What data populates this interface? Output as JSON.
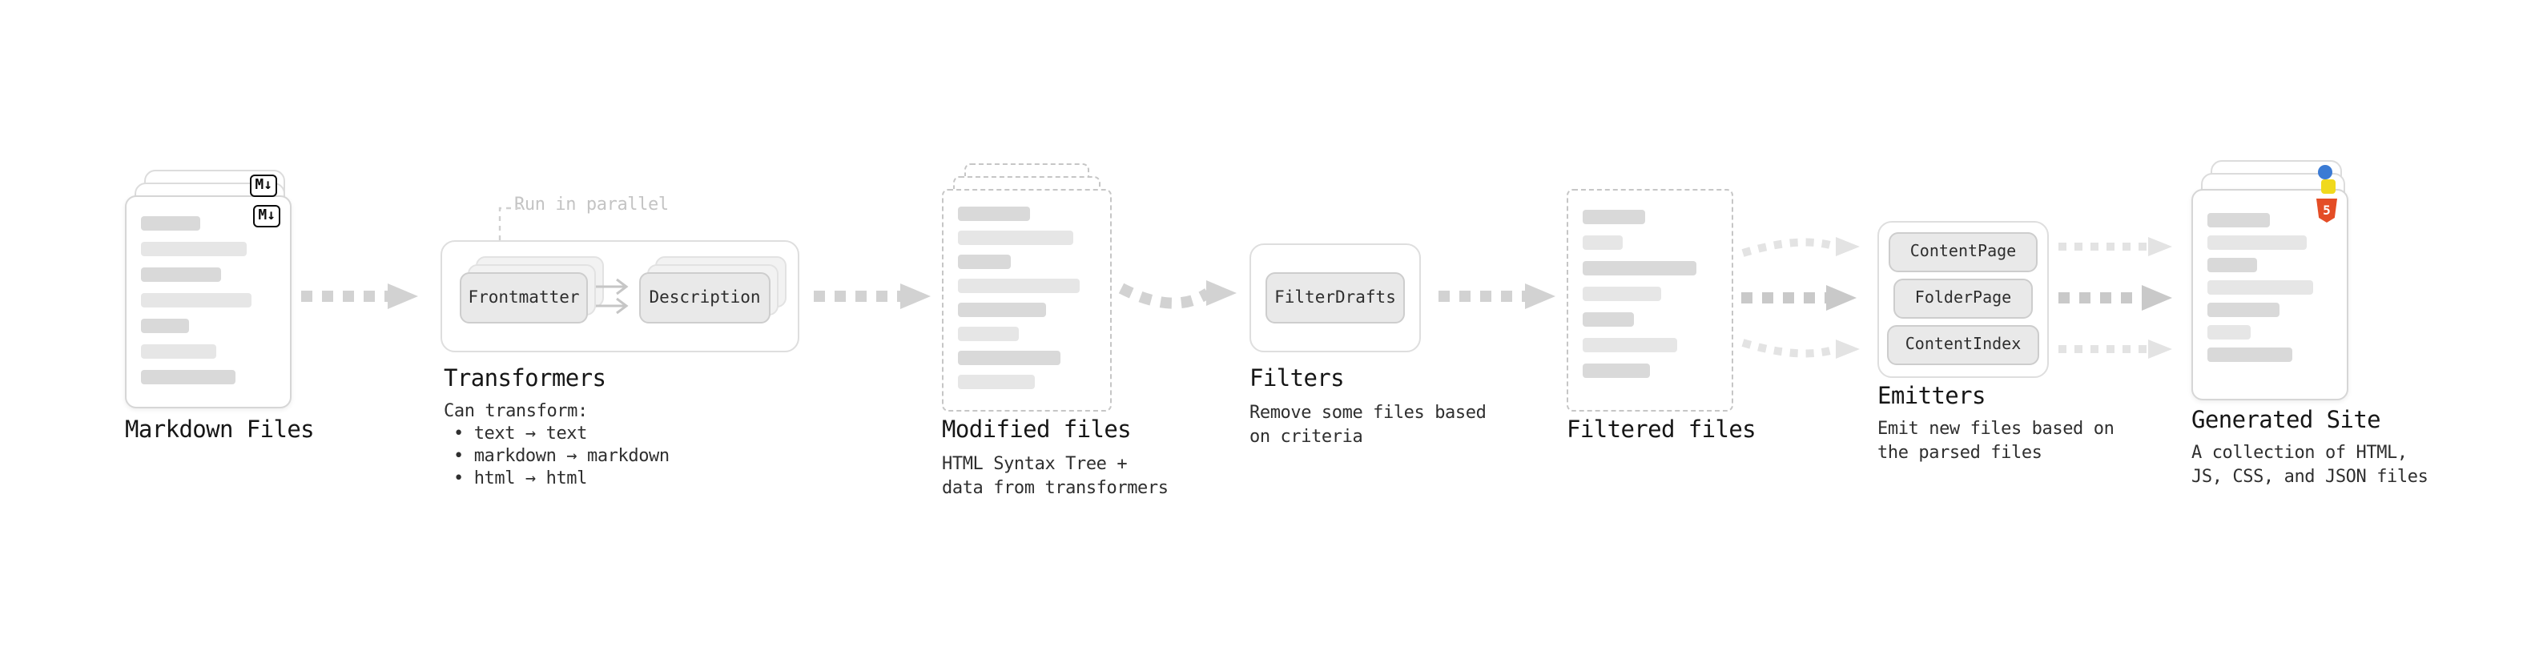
{
  "diagram": {
    "markdown_files": {
      "label": "Markdown Files",
      "badge": "M↓",
      "bars": [
        44,
        78,
        60,
        82,
        36,
        56,
        70
      ]
    },
    "transformers": {
      "label": "Transformers",
      "callout": "Run in parallel",
      "nodes": [
        "Frontmatter",
        "Description"
      ],
      "note_title": "Can transform:",
      "bullets": [
        "• text → text",
        "• markdown → markdown",
        "• html → html"
      ]
    },
    "modified_files": {
      "label": "Modified files",
      "description": "HTML Syntax Tree +\ndata from transformers",
      "bars": [
        52,
        84,
        38,
        88,
        64,
        44,
        74,
        56
      ]
    },
    "filters": {
      "label": "Filters",
      "nodes": [
        "FilterDrafts"
      ],
      "description": "Remove some files based\non criteria"
    },
    "filtered_files": {
      "label": "Filtered files",
      "bars": [
        46,
        30,
        84,
        58,
        38,
        70,
        50
      ]
    },
    "emitters": {
      "label": "Emitters",
      "nodes": [
        "ContentPage",
        "FolderPage",
        "ContentIndex"
      ],
      "description": "Emit new files based on\nthe parsed files"
    },
    "generated_site": {
      "label": "Generated Site",
      "badge": "5",
      "description": "A collection of HTML,\nJS, CSS, and JSON files",
      "bars": [
        50,
        80,
        40,
        84,
        58,
        34,
        68
      ]
    }
  },
  "colors": {
    "arrow": "#d2d2d2",
    "arrow_light": "#e3e3e3",
    "arrow_dark": "#c9c9c9",
    "html5_orange": "#e44d26",
    "js_yellow": "#f0d91d",
    "css_blue": "#3b7bd4",
    "bar_gray": "#d9d9d9"
  }
}
